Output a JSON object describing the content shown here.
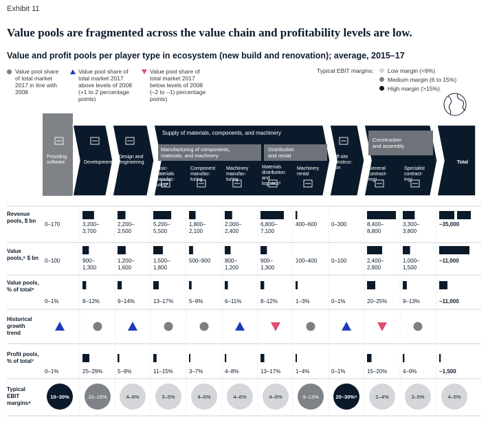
{
  "exhibit": "Exhibit 11",
  "title": "Value pools are fragmented across the value chain and profitability levels are low.",
  "subtitle": "Value and profit pools per player type in ecosystem (new build and renovation); average, 2015–17",
  "legend": {
    "inline": [
      "Value pool share",
      "of total market",
      "2017 in line with",
      "2008"
    ],
    "above": [
      "Value pool share of",
      "total market 2017",
      "above levels of 2008",
      "(+1 to 2 percentage",
      "points)"
    ],
    "below": [
      "Value pool share of",
      "total market 2017",
      "below levels of 2008",
      "(–2 to –1) percentage",
      "points)"
    ],
    "ebit_title": "Typical EBIT margins:",
    "ebit_low": "Low margin (<6%)",
    "ebit_medium": "Medium margin (6 to 15%)",
    "ebit_high": "High margin (>15%)"
  },
  "colors": {
    "navy": "#0b1a2b",
    "grey_header": "#7f8287",
    "low": "#d4d6d9",
    "medium": "#7f8287",
    "high": "#0b1a2b",
    "up": "#1f3ab8",
    "down": "#e24c6a",
    "neutral": "#7f7f7f"
  },
  "header": {
    "supply_banner": "Supply of materials, components, and machinery",
    "manufacturing_banner": [
      "Manufacturing of components,",
      "materials, and machinery"
    ],
    "distribution_banner": [
      "Distribution",
      "and rental"
    ],
    "construction_banner": [
      "Construction",
      "and assembly"
    ],
    "columns": [
      {
        "label": [
          "Providing",
          "software"
        ],
        "icon": "code-monitor-icon"
      },
      {
        "label": [
          "Development¹"
        ],
        "icon": "cube-icon"
      },
      {
        "label": [
          "Design and",
          "engineering"
        ],
        "icon": "blueprint-icon"
      },
      {
        "label": [
          "Basic-",
          "materials",
          "manufac-",
          "turing²"
        ],
        "icon": "factory-icon"
      },
      {
        "label": [
          "Component",
          "manufac-",
          "turing"
        ],
        "icon": "plug-icon"
      },
      {
        "label": [
          "Machinery",
          "manufac-",
          "turing"
        ],
        "icon": "factory-icon"
      },
      {
        "label": [
          "Materials",
          "distribution",
          "and",
          "logistics³"
        ],
        "icon": "truck-icon"
      },
      {
        "label": [
          "Machinery",
          "rental"
        ],
        "icon": "wrench-icon"
      },
      {
        "label": [
          "Off-site",
          "construc-",
          "tion"
        ],
        "icon": "module-icon"
      },
      {
        "label": [
          "General",
          "contract-",
          "ing⁴"
        ],
        "icon": "worker-icon"
      },
      {
        "label": [
          "Specialist",
          "contract-",
          "ing⁵"
        ],
        "icon": "hardhat-icon"
      },
      {
        "label": [
          "Total"
        ],
        "icon": ""
      }
    ]
  },
  "rows": {
    "revenue": [
      "Revenue",
      "pools, $ bn"
    ],
    "value_bn": [
      "Value",
      "pools,⁶ $ bn"
    ],
    "value_pct": [
      "Value pools,",
      "% of total⁶"
    ],
    "trend": [
      "Historical",
      "growth",
      "trend"
    ],
    "profit_pct": [
      "Profit pools,",
      "% of total⁷"
    ],
    "ebit": [
      "Typical",
      "EBIT",
      "margins⁸"
    ]
  },
  "chart_data": {
    "type": "table",
    "title": "Value and profit pools per player type in ecosystem (new build and renovation); average, 2015–17",
    "categories": [
      "Providing software",
      "Development",
      "Design and engineering",
      "Basic-materials manufacturing",
      "Component manufacturing",
      "Machinery manufacturing",
      "Materials distribution and logistics",
      "Machinery rental",
      "Off-site construction",
      "General contracting",
      "Specialist contracting",
      "Total"
    ],
    "revenue_pools_bn": [
      [
        "0–170"
      ],
      [
        "3,200–",
        "3,700"
      ],
      [
        "2,200–",
        "2,500"
      ],
      [
        "5,200–",
        "5,500"
      ],
      [
        "1,800–",
        "2,100"
      ],
      [
        "2,000–",
        "2,400"
      ],
      [
        "6,800–",
        "7,100"
      ],
      [
        "400–600"
      ],
      [
        "0–300"
      ],
      [
        "8,400–",
        "8,800"
      ],
      [
        "3,300–",
        "3,800"
      ],
      [
        "~35,000"
      ]
    ],
    "revenue_bar_values_bn": [
      85,
      3450,
      2350,
      5350,
      1950,
      2200,
      6950,
      500,
      150,
      8600,
      3550,
      35000
    ],
    "value_pools_bn": [
      [
        "0–100"
      ],
      [
        "900–",
        "1,300"
      ],
      [
        "1,200–",
        "1,600"
      ],
      [
        "1,500–",
        "1,800"
      ],
      [
        "500–900"
      ],
      [
        "800–",
        "1,200"
      ],
      [
        "900–",
        "1,300"
      ],
      [
        "100–400"
      ],
      [
        "0–100"
      ],
      [
        "2,400–",
        "2,800"
      ],
      [
        "1,000–",
        "1,500"
      ],
      [
        "~11,000"
      ]
    ],
    "value_bar_values_bn": [
      50,
      1100,
      1400,
      1650,
      700,
      1000,
      1100,
      250,
      50,
      2600,
      1250,
      11000
    ],
    "value_pools_pct": [
      "0–1%",
      "8–12%",
      "9–14%",
      "13–17%",
      "5–9%",
      "6–11%",
      "8–12%",
      "1–3%",
      "0–1%",
      "20–25%",
      "9–13%",
      "~11,000"
    ],
    "value_pct_bar_values": [
      0.5,
      10,
      11.5,
      15,
      7,
      8.5,
      10,
      2,
      0.5,
      22.5,
      11,
      10
    ],
    "growth_trend": [
      "up",
      "neutral",
      "up",
      "neutral",
      "neutral",
      "up",
      "down",
      "neutral",
      "up",
      "down",
      "neutral",
      ""
    ],
    "profit_pools_pct": [
      "0–1%",
      "25–29%",
      "5–9%",
      "11–15%",
      "3–7%",
      "4–8%",
      "13–17%",
      "1–4%",
      "0–1%",
      "15–20%",
      "4–9%",
      "~1,500"
    ],
    "profit_bar_values": [
      0.5,
      27,
      7,
      13,
      5,
      6,
      15,
      2.5,
      0.5,
      17.5,
      6.5,
      6
    ],
    "ebit_margins": [
      "10–30%",
      "10–15%",
      "4–6%",
      "3–5%",
      "4–6%",
      "4–6%",
      "4–6%",
      "9–13%",
      "20–30%⁹",
      "2–4%",
      "3–5%",
      "4–5%"
    ],
    "ebit_level": [
      "high",
      "medium",
      "low",
      "low",
      "low",
      "low",
      "low",
      "medium",
      "high",
      "low",
      "low",
      "low"
    ]
  }
}
